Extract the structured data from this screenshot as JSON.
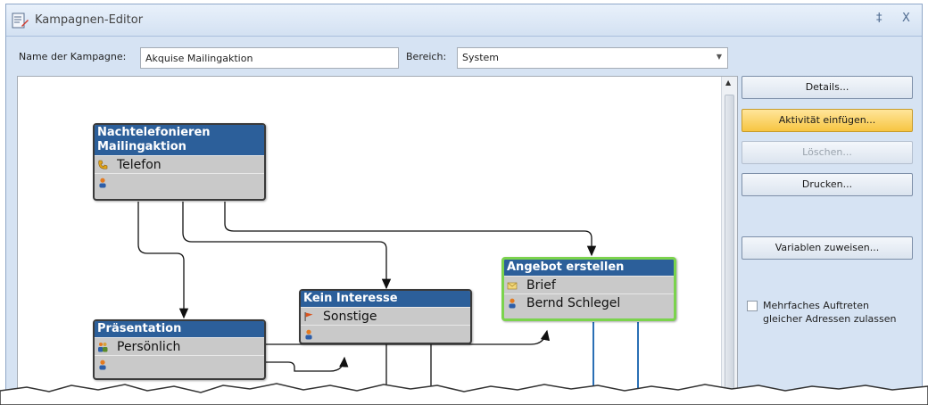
{
  "window": {
    "title": "Kampagnen-Editor",
    "pin_glyph": "‡",
    "close_glyph": "X"
  },
  "form": {
    "name_label": "Name der Kampagne:",
    "name_value": "Akquise Mailingaktion",
    "area_label": "Bereich:",
    "area_value": "System"
  },
  "nodes": [
    {
      "title": "Nachtelefonieren Mailingaktion",
      "rows": [
        {
          "icon": "telephone-icon",
          "text": "Telefon"
        },
        {
          "icon": "person-icon",
          "text": ""
        }
      ]
    },
    {
      "title": "Präsentation",
      "rows": [
        {
          "icon": "people-icon",
          "text": "Persönlich"
        },
        {
          "icon": "person-icon",
          "text": ""
        }
      ]
    },
    {
      "title": "Kein Interesse",
      "rows": [
        {
          "icon": "flag-icon",
          "text": "Sonstige"
        },
        {
          "icon": "person-icon",
          "text": ""
        }
      ]
    },
    {
      "title": "Angebot erstellen",
      "rows": [
        {
          "icon": "letter-icon",
          "text": "Brief"
        },
        {
          "icon": "person-icon",
          "text": "Bernd Schlegel"
        }
      ]
    }
  ],
  "buttons": {
    "details": "Details...",
    "insert": "Aktivität einfügen...",
    "delete": "Löschen...",
    "print": "Drucken...",
    "variables": "Variablen zuweisen..."
  },
  "checkbox": {
    "label": "Mehrfaches Auftreten gleicher Adressen zulassen",
    "checked": false
  },
  "colors": {
    "node_header": "#2c5f9a",
    "node_body": "#c9c9c9",
    "selected_border": "#7bd34d",
    "active_button": "#f7c542"
  }
}
